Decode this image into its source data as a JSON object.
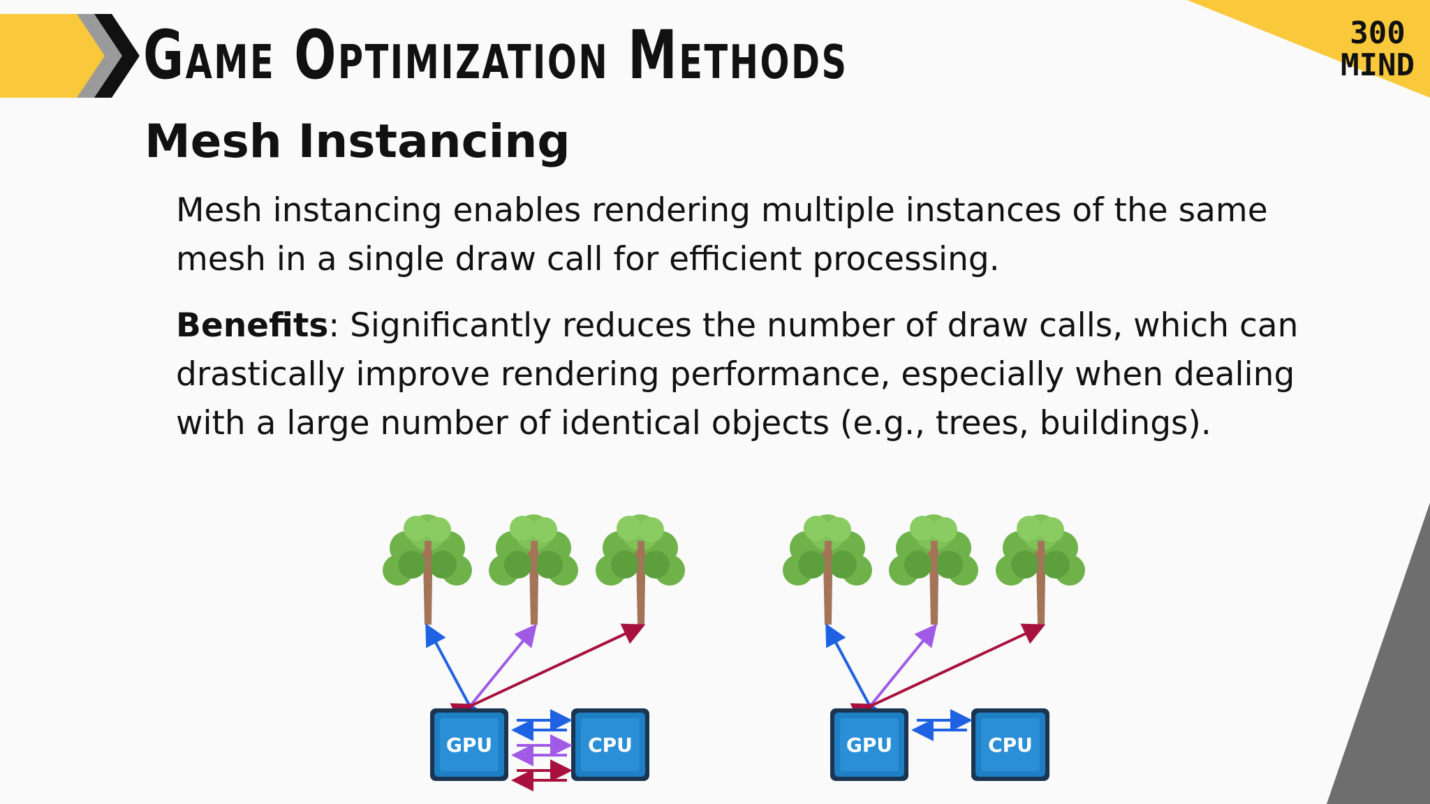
{
  "header": {
    "title": "Game Optimization Methods",
    "logo_line1": "300",
    "logo_line2": "MIND"
  },
  "section": {
    "subtitle": "Mesh Instancing"
  },
  "content": {
    "description": "Mesh instancing enables rendering multiple instances of the same mesh in a single draw call for efficient processing.",
    "benefits_label": "Benefits",
    "benefits_text": ": Significantly reduces the number of draw calls, which can drastically improve rendering performance, especially when dealing with a large number of identical objects (e.g., trees, buildings)."
  },
  "diagram": {
    "left_gpu_label": "GPU",
    "left_cpu_label": "CPU",
    "right_gpu_label": "GPU",
    "right_cpu_label": "CPU"
  },
  "colors": {
    "accent_yellow": "#f9c93b",
    "arrow_blue": "#1e62e3",
    "arrow_purple": "#a05ae6",
    "arrow_crimson": "#a8113e",
    "chip_blue": "#1e7fc4",
    "decor_gray": "#6e6e6e"
  }
}
